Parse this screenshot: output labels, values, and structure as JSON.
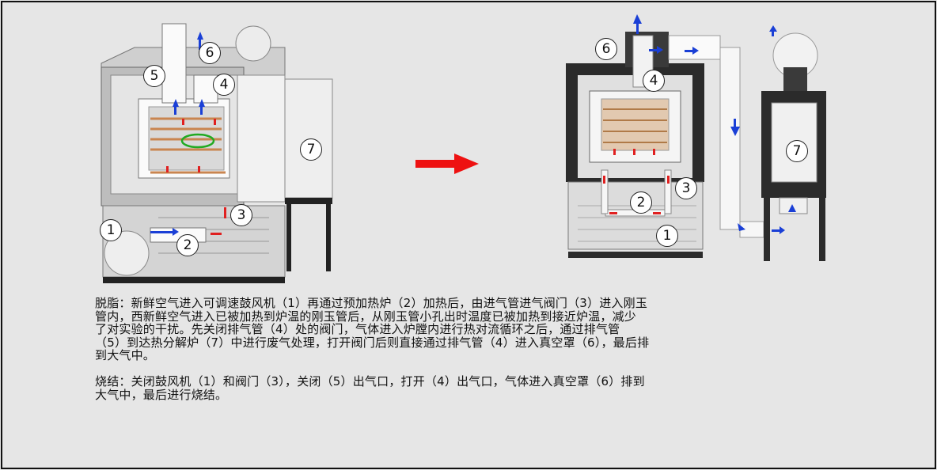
{
  "labels_left": [
    "1",
    "2",
    "3",
    "4",
    "5",
    "6",
    "7"
  ],
  "labels_right": [
    "1",
    "2",
    "3",
    "4",
    "6",
    "7"
  ],
  "colors": {
    "flow_blue": "#1a3fd6",
    "heat_red": "#e02020",
    "arrow_red": "#ee1111",
    "frame": "#333333"
  },
  "paragraphs": [
    {
      "lines": [
        "脱脂：新鲜空气进入可调速鼓风机（1）再通过预加热炉（2）加热后，由进气管进气阀门（3）进入刚玉",
        "管内，西新鲜空气进入已被加热到炉温的刚玉管后，从刚玉管小孔出时温度已被加热到接近炉温，减少",
        "了对实验的干扰。先关闭排气管（4）处的阀门，气体进入炉膛内进行热对流循环之后，通过排气管",
        "（5）到达热分解炉（7）中进行废气处理，打开阀门后则直接通过排气管（4）进入真空罩（6），最后排",
        "到大气中。"
      ]
    },
    {
      "lines": [
        "烧结：关闭鼓风机（1）和阀门（3），关闭（5）出气口，打开（4）出气口，气体进入真空罩（6）排到",
        "大气中，最后进行烧结。"
      ]
    }
  ]
}
